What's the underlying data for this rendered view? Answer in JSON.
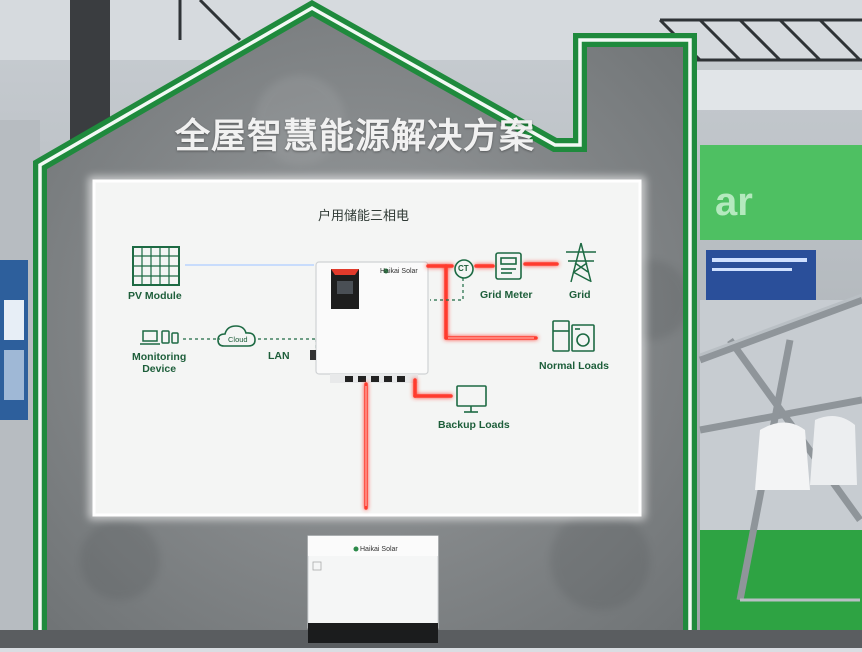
{
  "display": {
    "heading": "全屋智慧能源解决方案",
    "subheading": "户用储能三相电"
  },
  "diagram": {
    "pv_module": "PV Module",
    "monitoring_device": "Monitoring\nDevice",
    "cloud": "Cloud",
    "lan": "LAN",
    "ct": "CT",
    "grid_meter": "Grid Meter",
    "grid": "Grid",
    "normal_loads": "Normal Loads",
    "backup_loads": "Backup Loads",
    "inverter_brand": "Haikai Solar",
    "battery_brand": "Haikai Solar"
  },
  "colors": {
    "house_green": "#1f8a3d",
    "icon_green": "#1d6a43",
    "power_line_red": "#ff3a2e",
    "pv_line_blue": "#3a7dff",
    "concrete": "#8a8d8f"
  }
}
